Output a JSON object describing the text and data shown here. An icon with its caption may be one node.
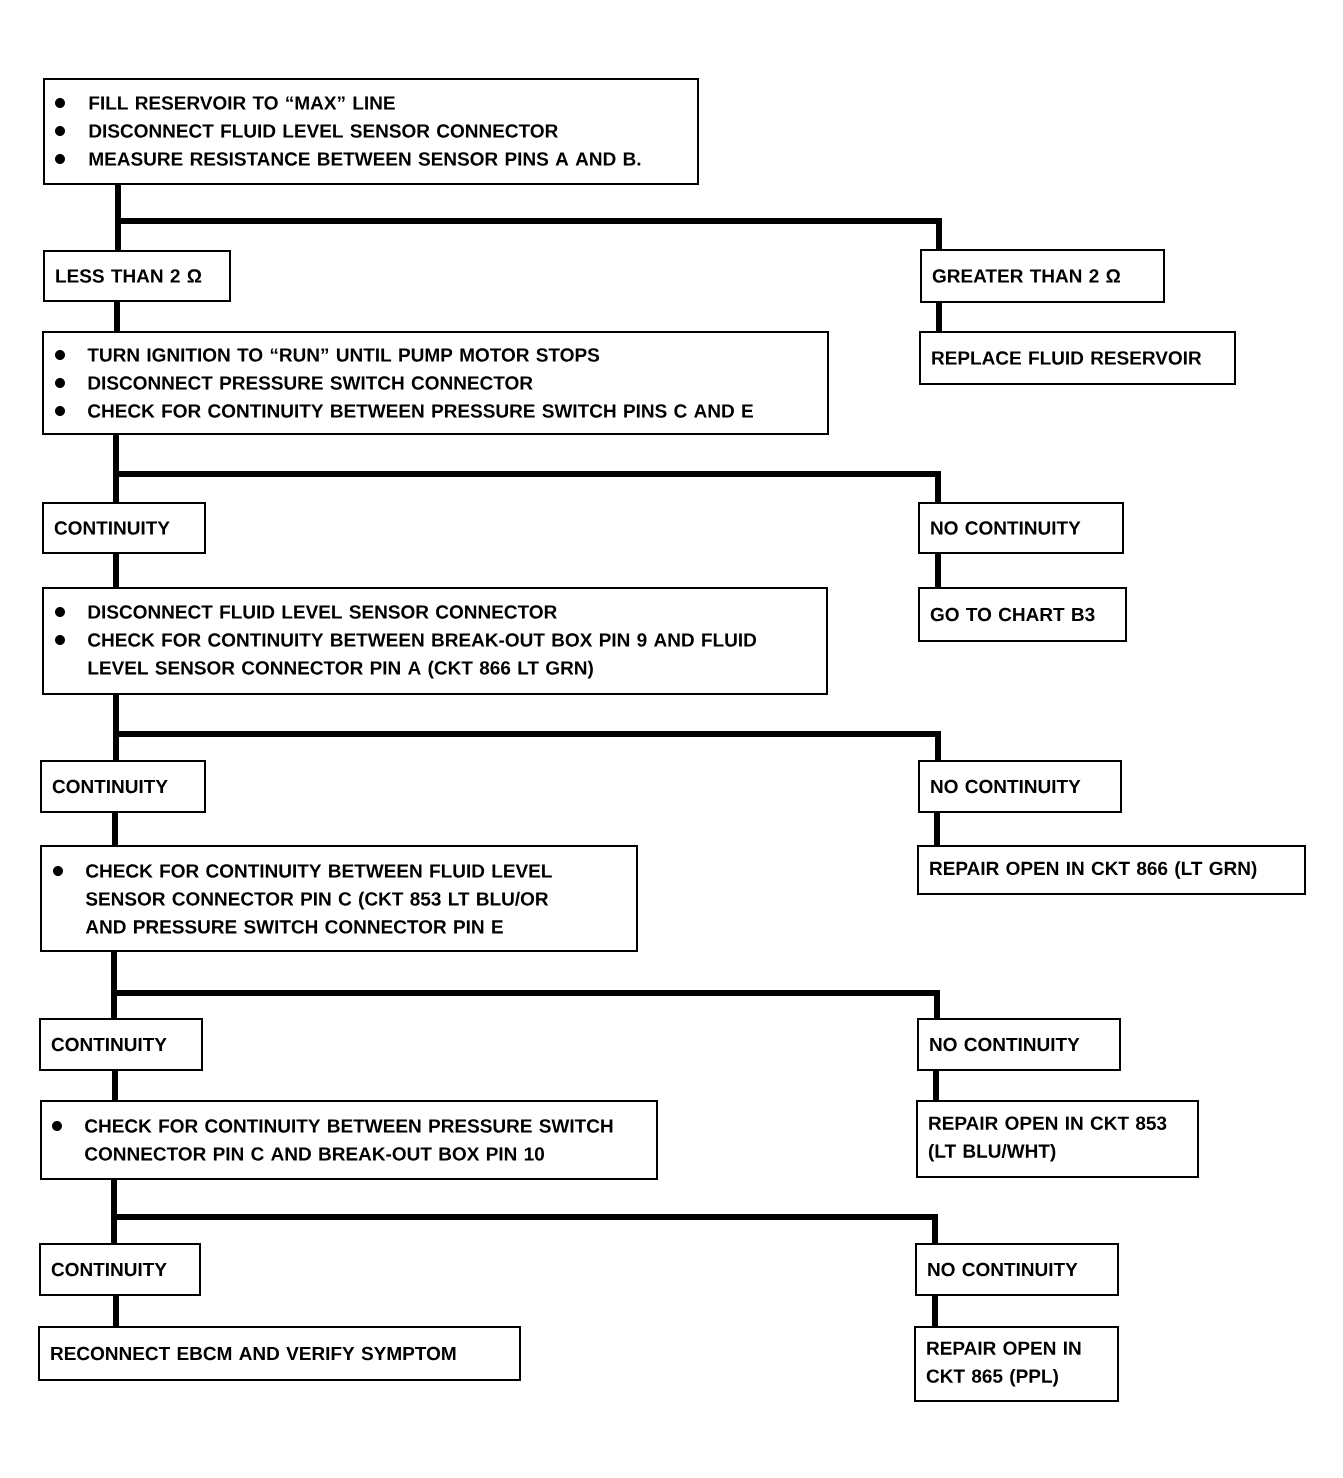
{
  "diagram": {
    "nodes": [
      {
        "text": [
          "FILL RESERVOIR TO “MAX” LINE",
          "DISCONNECT FLUID LEVEL SENSOR CONNECTOR",
          "MEASURE RESISTANCE BETWEEN SENSOR PINS A AND B."
        ]
      },
      {
        "text": [
          "LESS THAN 2 Ω"
        ]
      },
      {
        "text": [
          "GREATER THAN 2 Ω"
        ]
      },
      {
        "text": [
          "TURN IGNITION TO “RUN” UNTIL PUMP MOTOR STOPS",
          "DISCONNECT PRESSURE SWITCH CONNECTOR",
          "CHECK FOR CONTINUITY BETWEEN PRESSURE SWITCH PINS C AND E"
        ]
      },
      {
        "text": [
          "REPLACE FLUID RESERVOIR"
        ]
      },
      {
        "text": [
          "CONTINUITY"
        ]
      },
      {
        "text": [
          "NO CONTINUITY"
        ]
      },
      {
        "text": [
          "DISCONNECT FLUID LEVEL SENSOR CONNECTOR",
          "CHECK FOR CONTINUITY BETWEEN BREAK-OUT BOX PIN 9 AND FLUID LEVEL SENSOR CONNECTOR PIN A (CKT 866 LT GRN)"
        ]
      },
      {
        "text": [
          "GO TO CHART B3"
        ]
      },
      {
        "text": [
          "CONTINUITY"
        ]
      },
      {
        "text": [
          "NO CONTINUITY"
        ]
      },
      {
        "text": [
          "CHECK FOR CONTINUITY BETWEEN FLUID LEVEL SENSOR CONNECTOR PIN C (CKT 853 LT BLU/OR AND PRESSURE SWITCH CONNECTOR PIN E"
        ]
      },
      {
        "text": [
          "REPAIR OPEN IN CKT 866 (LT GRN)"
        ]
      },
      {
        "text": [
          "CONTINUITY"
        ]
      },
      {
        "text": [
          "NO CONTINUITY"
        ]
      },
      {
        "text": [
          "CHECK FOR CONTINUITY BETWEEN PRESSURE SWITCH CONNECTOR PIN C AND BREAK-OUT BOX PIN 10"
        ]
      },
      {
        "text": [
          "REPAIR OPEN IN CKT 853 (LT BLU/WHT)"
        ]
      },
      {
        "text": [
          "CONTINUITY"
        ]
      },
      {
        "text": [
          "NO CONTINUITY"
        ]
      },
      {
        "text": [
          "RECONNECT EBCM AND VERIFY SYMPTOM"
        ]
      },
      {
        "text": [
          "REPAIR OPEN IN CKT 865 (PPL)"
        ]
      }
    ],
    "edges": [
      {
        "from": 0,
        "to": 1,
        "arrow": "none"
      },
      {
        "from": 0,
        "to": 2,
        "arrow": "none"
      },
      {
        "from": 1,
        "to": 3,
        "arrow": "none"
      },
      {
        "from": 2,
        "to": 4,
        "arrow": "none"
      },
      {
        "from": 3,
        "to": 5,
        "arrow": "none"
      },
      {
        "from": 3,
        "to": 6,
        "arrow": "none"
      },
      {
        "from": 5,
        "to": 7,
        "arrow": "none"
      },
      {
        "from": 6,
        "to": 8,
        "arrow": "none"
      },
      {
        "from": 7,
        "to": 9,
        "arrow": "none"
      },
      {
        "from": 7,
        "to": 10,
        "arrow": "none"
      },
      {
        "from": 9,
        "to": 11,
        "arrow": "none"
      },
      {
        "from": 10,
        "to": 12,
        "arrow": "none"
      },
      {
        "from": 11,
        "to": 13,
        "arrow": "none"
      },
      {
        "from": 11,
        "to": 14,
        "arrow": "none"
      },
      {
        "from": 13,
        "to": 15,
        "arrow": "none"
      },
      {
        "from": 14,
        "to": 16,
        "arrow": "none"
      },
      {
        "from": 15,
        "to": 17,
        "arrow": "none"
      },
      {
        "from": 15,
        "to": 18,
        "arrow": "none"
      },
      {
        "from": 17,
        "to": 19,
        "arrow": "none"
      },
      {
        "from": 18,
        "to": 20,
        "arrow": "none"
      }
    ]
  }
}
